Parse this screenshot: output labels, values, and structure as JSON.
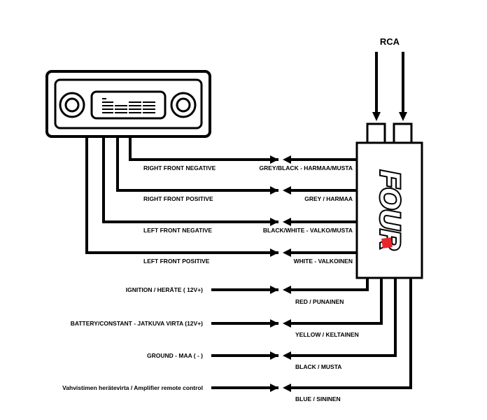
{
  "rca_label": "RCA",
  "brand_color": "#e8262d",
  "speaker_wires": [
    {
      "id": "rfn",
      "left_label": "RIGHT FRONT NEGATIVE",
      "right_label": "GREY/BLACK - HARMAA/MUSTA"
    },
    {
      "id": "rfp",
      "left_label": "RIGHT FRONT POSITIVE",
      "right_label": "GREY / HARMAA"
    },
    {
      "id": "lfn",
      "left_label": "LEFT FRONT NEGATIVE",
      "right_label": "BLACK/WHITE - VALKO/MUSTA"
    },
    {
      "id": "lfp",
      "left_label": "LEFT FRONT POSITIVE",
      "right_label": "WHITE - VALKOINEN"
    }
  ],
  "power_wires": [
    {
      "id": "ign",
      "left_label": "IGNITION / HERÄTE ( 12V+)",
      "color_label": "RED / PUNAINEN"
    },
    {
      "id": "bat",
      "left_label": "BATTERY/CONSTANT - JATKUVA VIRTA  (12V+)",
      "color_label": "YELLOW / KELTAINEN"
    },
    {
      "id": "gnd",
      "left_label": "GROUND - MAA ( - )",
      "color_label": "BLACK / MUSTA"
    },
    {
      "id": "rem",
      "left_label": "Vahvistimen herätevirta / Amplifier remote control",
      "color_label": "BLUE / SININEN"
    }
  ]
}
